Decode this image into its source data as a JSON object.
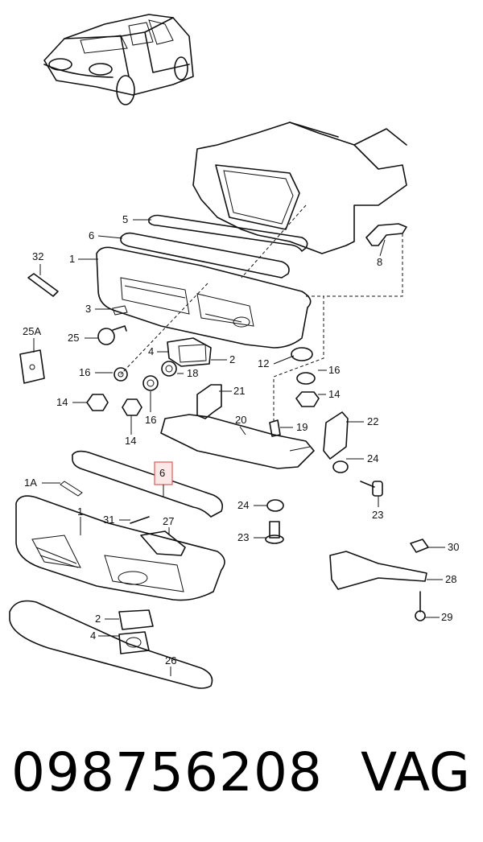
{
  "diagram": {
    "callouts": [
      "5",
      "6",
      "1",
      "32",
      "3",
      "25A",
      "25",
      "4",
      "2",
      "12",
      "16",
      "18",
      "21",
      "14",
      "16",
      "16",
      "14",
      "14",
      "20",
      "19",
      "22",
      "24",
      "8",
      "1A",
      "6",
      "1",
      "31",
      "27",
      "24",
      "23",
      "23",
      "30",
      "28",
      "2",
      "29",
      "4",
      "26"
    ],
    "highlighted_callout": "6"
  },
  "footer": {
    "part_number": "098756208",
    "brand": "VAG"
  }
}
